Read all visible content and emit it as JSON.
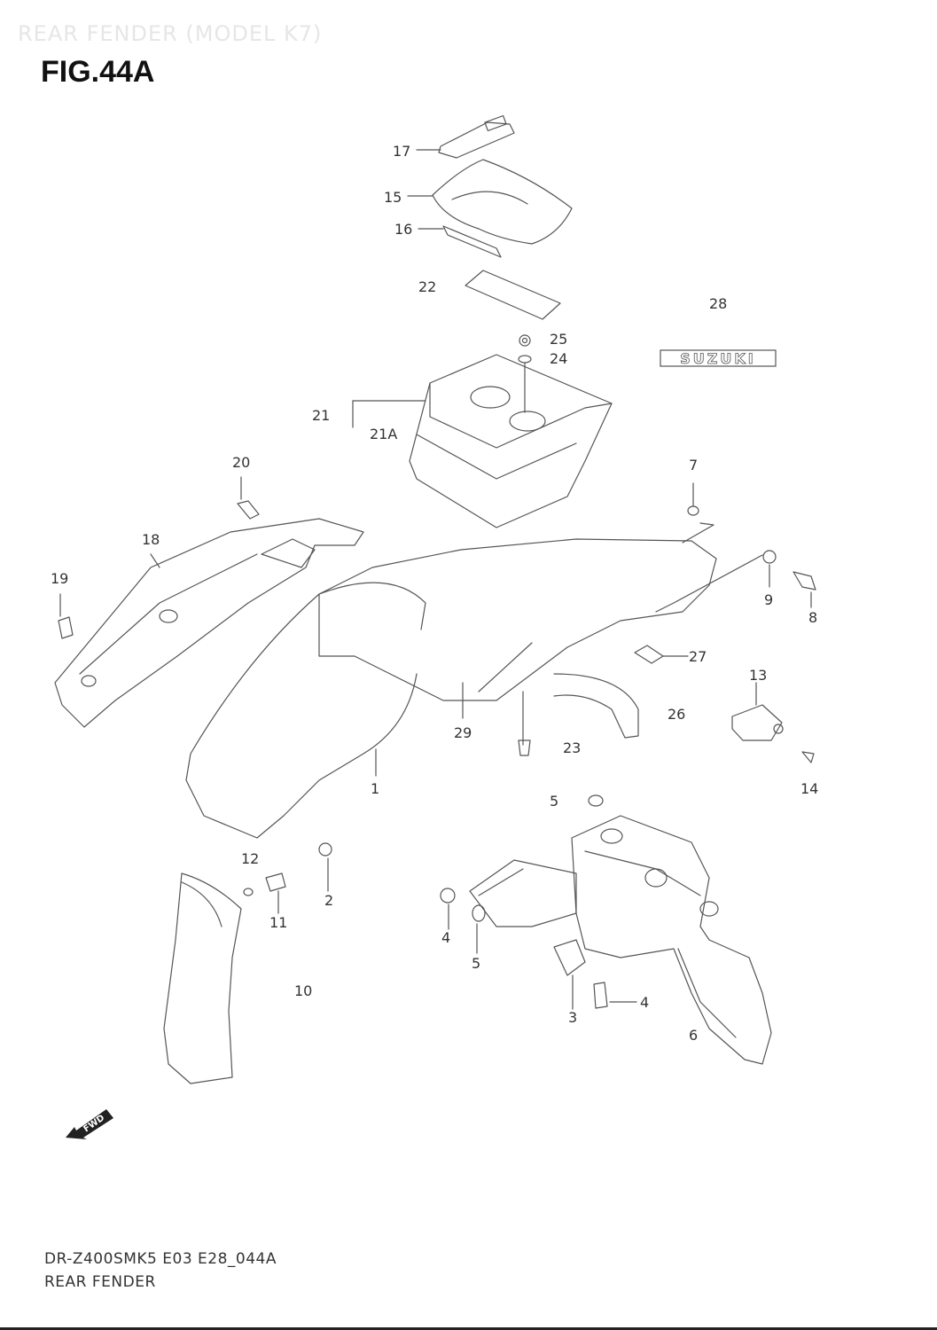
{
  "header": {
    "faded_title": "REAR FENDER (MODEL K7)",
    "figure_id": "FIG.44A"
  },
  "decal_text": "SUZUKI",
  "fwd_arrow_text": "FWD",
  "callouts": [
    {
      "id": "c17",
      "text": "17"
    },
    {
      "id": "c15",
      "text": "15"
    },
    {
      "id": "c16",
      "text": "16"
    },
    {
      "id": "c22",
      "text": "22"
    },
    {
      "id": "c28",
      "text": "28"
    },
    {
      "id": "c25",
      "text": "25"
    },
    {
      "id": "c24",
      "text": "24"
    },
    {
      "id": "c21",
      "text": "21"
    },
    {
      "id": "c21a",
      "text": "21A"
    },
    {
      "id": "c20",
      "text": "20"
    },
    {
      "id": "c7",
      "text": "7"
    },
    {
      "id": "c18",
      "text": "18"
    },
    {
      "id": "c19",
      "text": "19"
    },
    {
      "id": "c9",
      "text": "9"
    },
    {
      "id": "c8",
      "text": "8"
    },
    {
      "id": "c27",
      "text": "27"
    },
    {
      "id": "c13",
      "text": "13"
    },
    {
      "id": "c26",
      "text": "26"
    },
    {
      "id": "c29",
      "text": "29"
    },
    {
      "id": "c23",
      "text": "23"
    },
    {
      "id": "c1",
      "text": "1"
    },
    {
      "id": "c14",
      "text": "14"
    },
    {
      "id": "c5a",
      "text": "5"
    },
    {
      "id": "c12",
      "text": "12"
    },
    {
      "id": "c11",
      "text": "11"
    },
    {
      "id": "c2",
      "text": "2"
    },
    {
      "id": "c4a",
      "text": "4"
    },
    {
      "id": "c5b",
      "text": "5"
    },
    {
      "id": "c10",
      "text": "10"
    },
    {
      "id": "c4b",
      "text": "4"
    },
    {
      "id": "c3",
      "text": "3"
    },
    {
      "id": "c6",
      "text": "6"
    }
  ],
  "footer": {
    "drawing_code": "DR-Z400SMK5 E03 E28_044A",
    "section_name": "REAR FENDER"
  }
}
